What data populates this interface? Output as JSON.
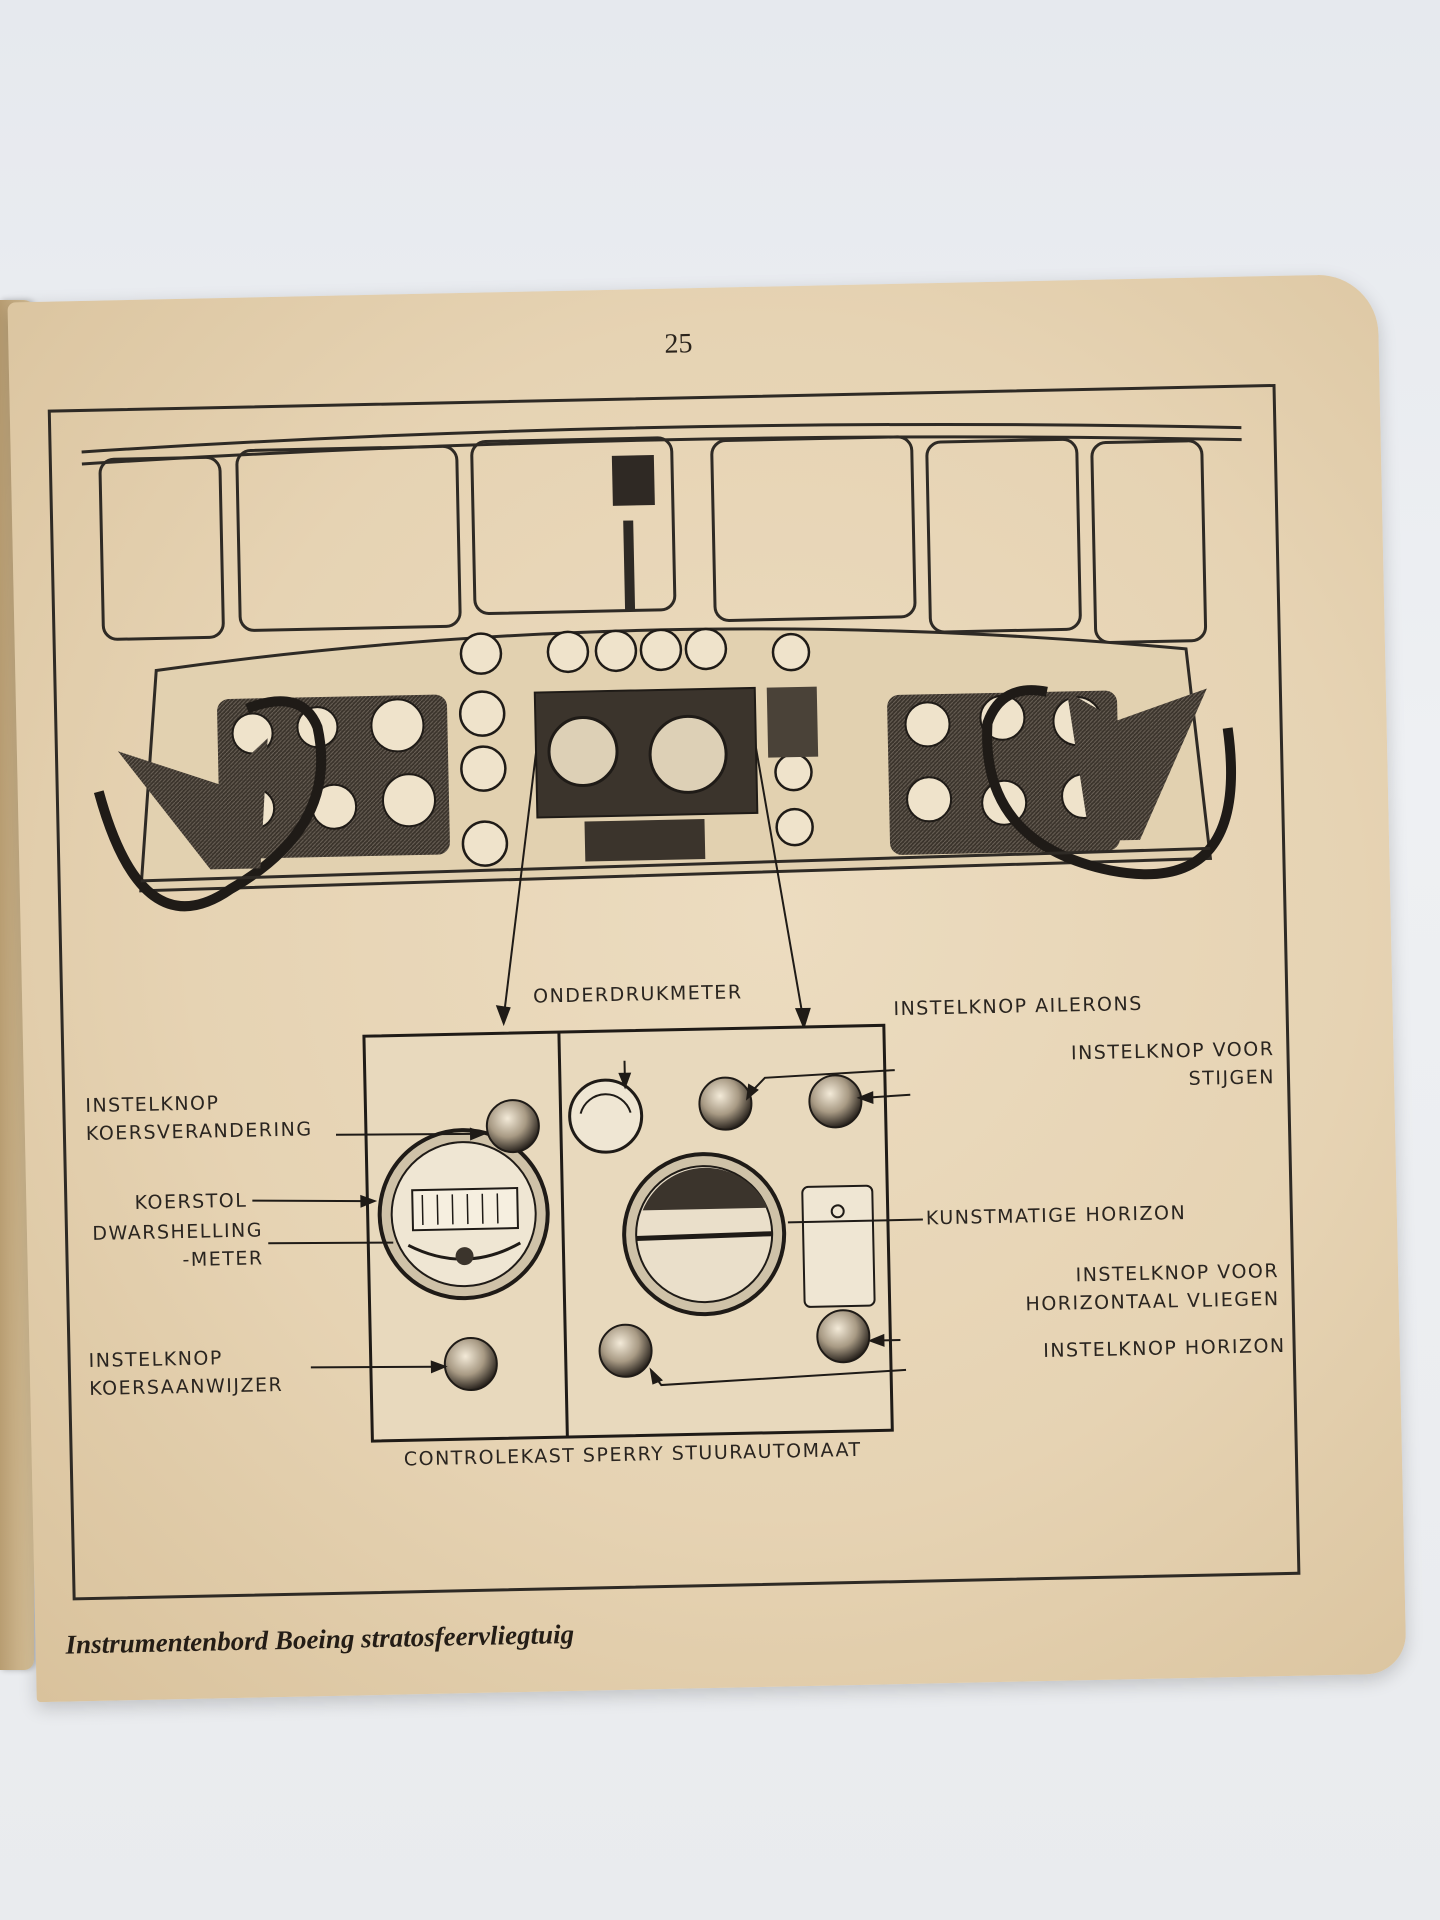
{
  "book": {
    "page_number": "25",
    "caption": "Instrumentenbord Boeing stratosfeervliegtuig"
  },
  "figure": {
    "title": "CONTROLEKAST SPERRY STUURAUTOMAAT",
    "labels": {
      "onderdrukmeter": "ONDERDRUKMETER",
      "instelknop_ailerons": "INSTELKNOP AILERONS",
      "instelknop_voor_stijgen_1": "INSTELKNOP VOOR",
      "instelknop_voor_stijgen_2": "STIJGEN",
      "instelknop_koersverandering_1": "INSTELKNOP",
      "instelknop_koersverandering_2": "KOERSVERANDERING",
      "koerstol": "KOERSTOL",
      "dwarshellingmeter_1": "DWARSHELLING",
      "dwarshellingmeter_2": "-METER",
      "kunstmatige_horizon": "KUNSTMATIGE HORIZON",
      "instelknop_horizontaal_1": "INSTELKNOP VOOR",
      "instelknop_horizontaal_2": "HORIZONTAAL VLIEGEN",
      "instelknop_koersaanwijzer_1": "INSTELKNOP",
      "instelknop_koersaanwijzer_2": "KOERSAANWIJZER",
      "instelknop_horizon": "INSTELKNOP HORIZON"
    }
  },
  "colors": {
    "paper": "#e6d3b3",
    "ink": "#2a2520"
  }
}
